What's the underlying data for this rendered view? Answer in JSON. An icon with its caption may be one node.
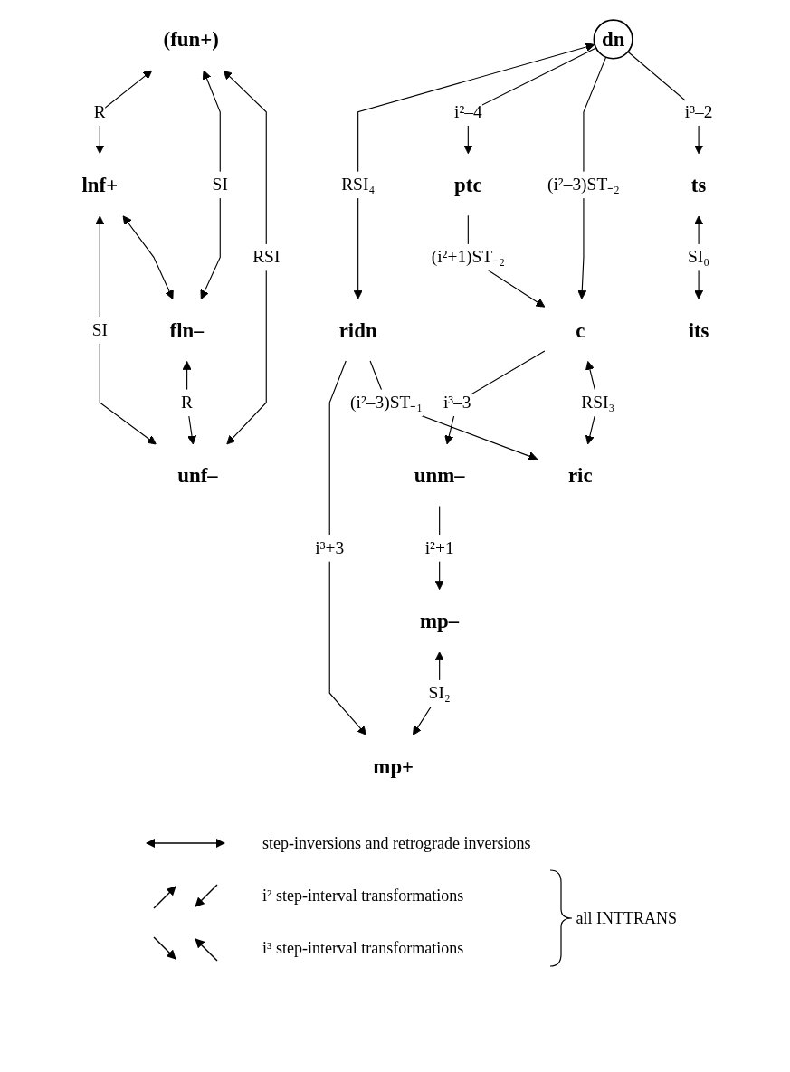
{
  "diagram": {
    "nodes": [
      {
        "text": [
          "(fun+)"
        ]
      },
      {
        "text": [
          "lnf+"
        ]
      },
      {
        "text": [
          "fln–"
        ]
      },
      {
        "text": [
          "unf–"
        ]
      },
      {
        "text": [
          "mp–"
        ]
      },
      {
        "text": [
          "mp+"
        ]
      },
      {
        "text": [
          "unm–"
        ]
      },
      {
        "text": [
          "dn"
        ]
      },
      {
        "text": [
          "ridn"
        ]
      },
      {
        "text": [
          "ts"
        ]
      },
      {
        "text": [
          "its"
        ]
      },
      {
        "text": [
          "c"
        ]
      },
      {
        "text": [
          "ric"
        ]
      },
      {
        "text": [
          "ptc"
        ]
      }
    ],
    "edges": [
      {
        "from": 0,
        "to": 1,
        "arrow": "both",
        "label": "R"
      },
      {
        "from": 0,
        "to": 2,
        "arrow": "both",
        "label": "SI"
      },
      {
        "from": 1,
        "to": 3,
        "arrow": "both",
        "label": "SI"
      },
      {
        "from": 0,
        "to": 3,
        "arrow": "both",
        "label": "RSI"
      },
      {
        "from": 1,
        "to": 2,
        "arrow": "both"
      },
      {
        "from": 2,
        "to": 3,
        "arrow": "both",
        "label": "R"
      },
      {
        "from": 4,
        "to": 5,
        "arrow": "both",
        "label": "SI₂"
      },
      {
        "from": 6,
        "to": 4,
        "arrow": "to",
        "label": "i²+1"
      },
      {
        "from": 8,
        "to": 5,
        "arrow": "to",
        "label": "i³+3"
      },
      {
        "from": 7,
        "to": 8,
        "arrow": "both",
        "label": "RSI₄"
      },
      {
        "from": 7,
        "to": 13,
        "arrow": "to",
        "label": "i²–4"
      },
      {
        "from": 7,
        "to": 11,
        "arrow": "to",
        "label": "(i²–3)ST₋₂"
      },
      {
        "from": 7,
        "to": 9,
        "arrow": "to",
        "label": "i³–2"
      },
      {
        "from": 9,
        "to": 10,
        "arrow": "both",
        "label": "SI₀"
      },
      {
        "from": 8,
        "to": 12,
        "arrow": "to",
        "label": "(i²–3)ST₋₁"
      },
      {
        "from": 11,
        "to": 6,
        "arrow": "to",
        "label": "i³–3"
      },
      {
        "from": 11,
        "to": 12,
        "arrow": "both",
        "label": "RSI₃"
      },
      {
        "from": 13,
        "to": 11,
        "arrow": "to",
        "label": "(i²+1)ST₋₂"
      }
    ],
    "labels": [
      "all INTTRANS"
    ],
    "legend": [
      {
        "text": "step-inversions and retrograde inversions"
      },
      {
        "text": "i² step-interval transformations"
      },
      {
        "text": "i³ step-interval transformations"
      }
    ]
  }
}
